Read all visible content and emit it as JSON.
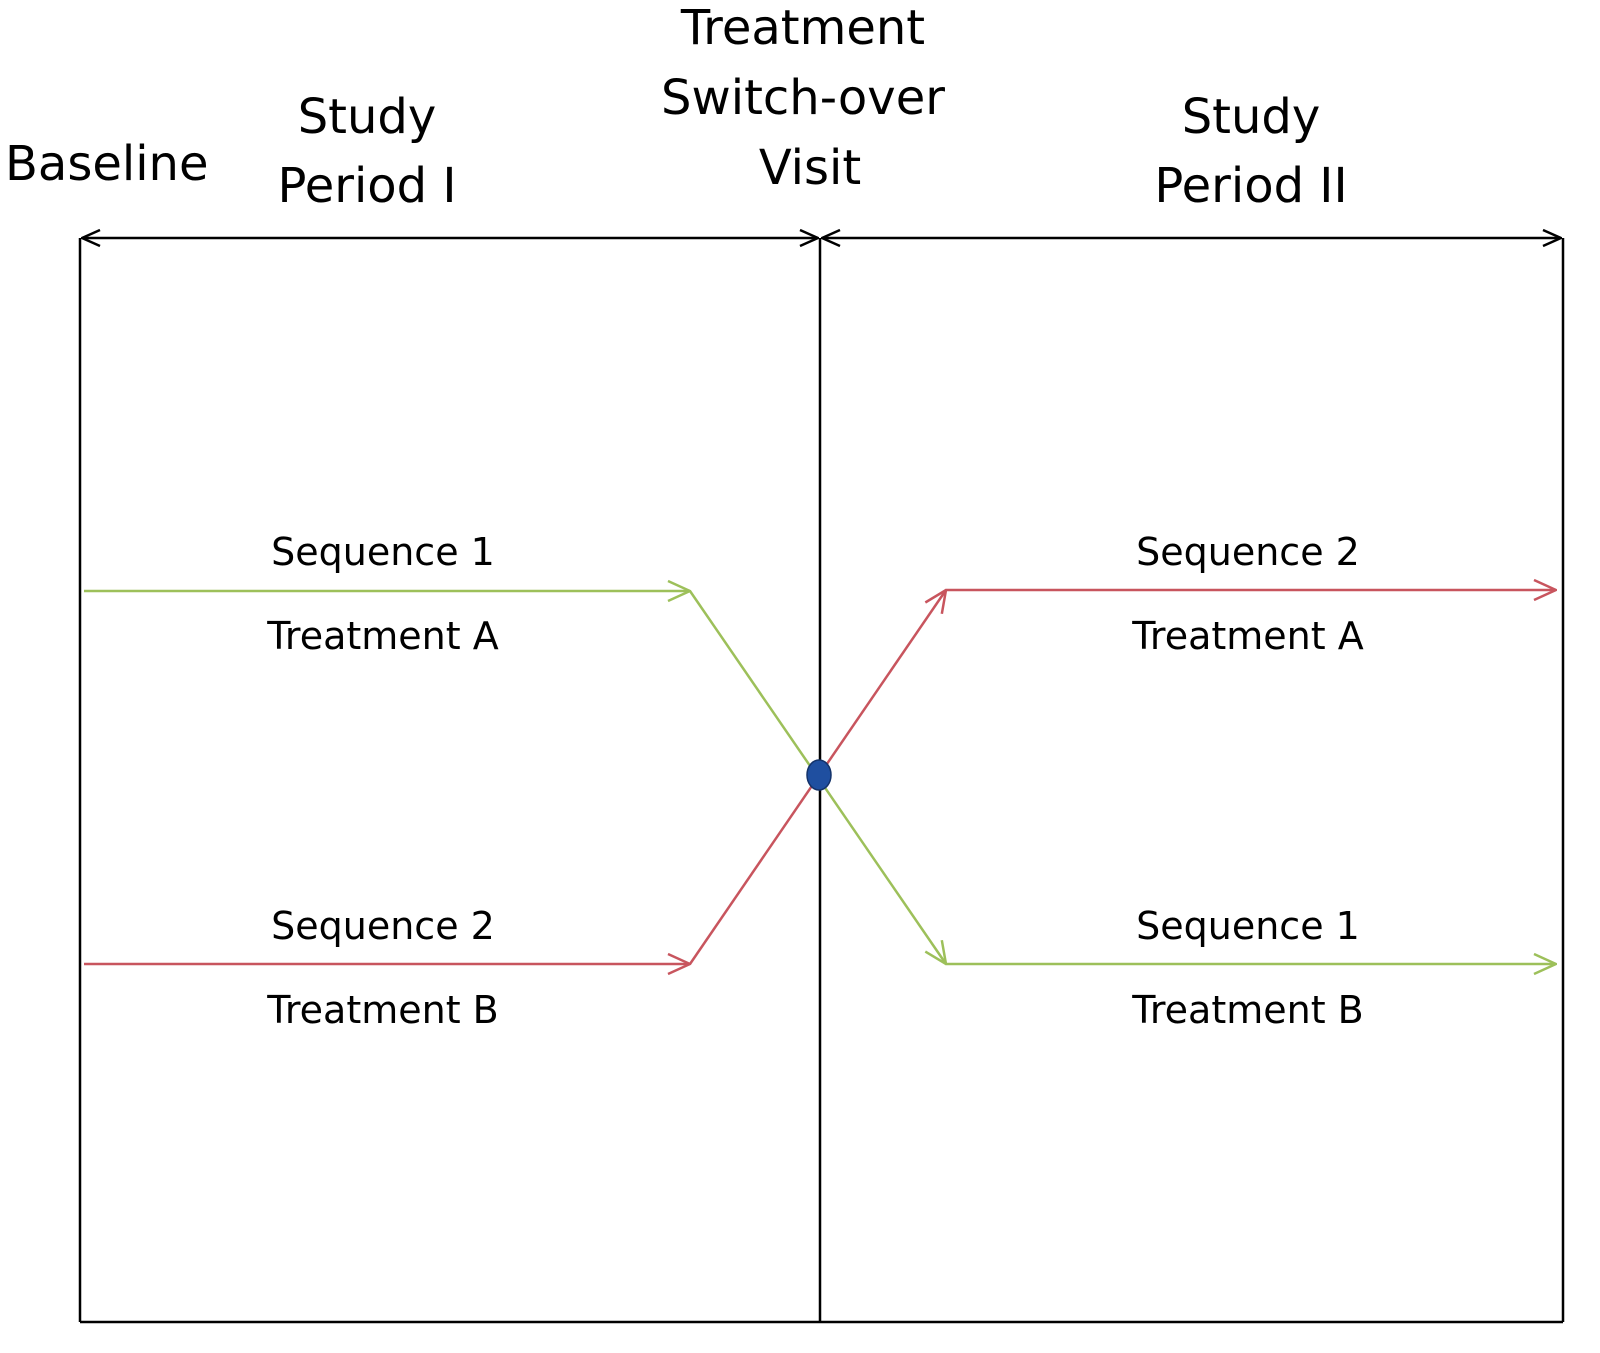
{
  "headers": {
    "baseline": "Baseline",
    "period1_line1": "Study",
    "period1_line2": "Period I",
    "switchover_line1": "Treatment",
    "switchover_line2": "Switch-over",
    "switchover_line3": "Visit",
    "period2_line1": "Study",
    "period2_line2": "Period II"
  },
  "period1": {
    "upper": {
      "sequence": "Sequence 1",
      "treatment": "Treatment A"
    },
    "lower": {
      "sequence": "Sequence 2",
      "treatment": "Treatment B"
    }
  },
  "period2": {
    "upper": {
      "sequence": "Sequence 2",
      "treatment": "Treatment A"
    },
    "lower": {
      "sequence": "Sequence 1",
      "treatment": "Treatment B"
    }
  },
  "colors": {
    "sequence_1": "#9dc05a",
    "sequence_2": "#c8555e",
    "switchover_point": "#1f4fa0",
    "frame": "#000000"
  }
}
